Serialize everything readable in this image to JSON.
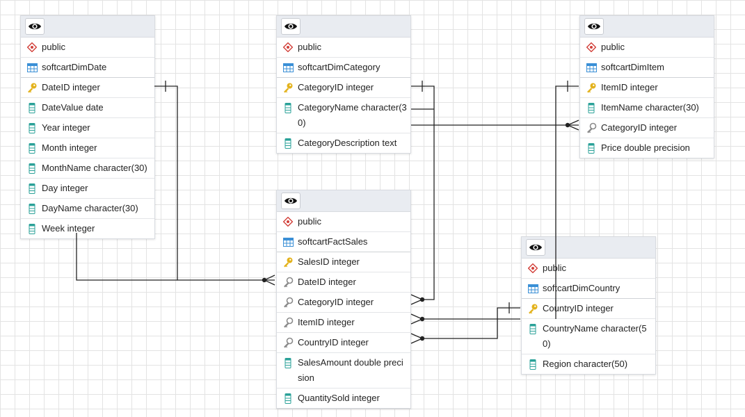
{
  "tables": [
    {
      "id": "date",
      "schema": "public",
      "name": "softcartDimDate",
      "columns": [
        {
          "label": "DateID integer",
          "kind": "pk"
        },
        {
          "label": "DateValue date",
          "kind": "col"
        },
        {
          "label": "Year integer",
          "kind": "col"
        },
        {
          "label": "Month integer",
          "kind": "col"
        },
        {
          "label": "MonthName character(30)",
          "kind": "col"
        },
        {
          "label": "Day integer",
          "kind": "col"
        },
        {
          "label": "DayName character(30)",
          "kind": "col"
        },
        {
          "label": "Week integer",
          "kind": "col"
        }
      ]
    },
    {
      "id": "category",
      "schema": "public",
      "name": "softcartDimCategory",
      "columns": [
        {
          "label": "CategoryID integer",
          "kind": "pk"
        },
        {
          "label": "CategoryName character(30)",
          "kind": "col"
        },
        {
          "label": "CategoryDescription text",
          "kind": "col"
        }
      ]
    },
    {
      "id": "item",
      "schema": "public",
      "name": "softcartDimItem",
      "columns": [
        {
          "label": "ItemID integer",
          "kind": "pk"
        },
        {
          "label": "ItemName character(30)",
          "kind": "col"
        },
        {
          "label": "CategoryID integer",
          "kind": "fk"
        },
        {
          "label": "Price double precision",
          "kind": "col"
        }
      ]
    },
    {
      "id": "sales",
      "schema": "public",
      "name": "softcartFactSales",
      "columns": [
        {
          "label": "SalesID integer",
          "kind": "pk"
        },
        {
          "label": "DateID integer",
          "kind": "fk"
        },
        {
          "label": "CategoryID integer",
          "kind": "fk"
        },
        {
          "label": "ItemID integer",
          "kind": "fk"
        },
        {
          "label": "CountryID integer",
          "kind": "fk"
        },
        {
          "label": "SalesAmount double precision",
          "kind": "col"
        },
        {
          "label": "QuantitySold integer",
          "kind": "col"
        }
      ]
    },
    {
      "id": "country",
      "schema": "public",
      "name": "softcartDimCountry",
      "columns": [
        {
          "label": "CountryID integer",
          "kind": "pk"
        },
        {
          "label": "CountryName character(50)",
          "kind": "col"
        },
        {
          "label": "Region character(50)",
          "kind": "col"
        }
      ]
    }
  ],
  "icons": {
    "view": "eye-icon",
    "schema": "schema-icon",
    "table": "table-icon",
    "primary_key": "primary-key-icon",
    "foreign_key": "foreign-key-icon",
    "column": "column-icon"
  },
  "colors": {
    "primary_key": "#e3b21c",
    "foreign_key": "#8a8a8a",
    "column": "#2aa198",
    "schema": "#d2403a",
    "table": "#3a8fd6",
    "link": "#222222"
  }
}
